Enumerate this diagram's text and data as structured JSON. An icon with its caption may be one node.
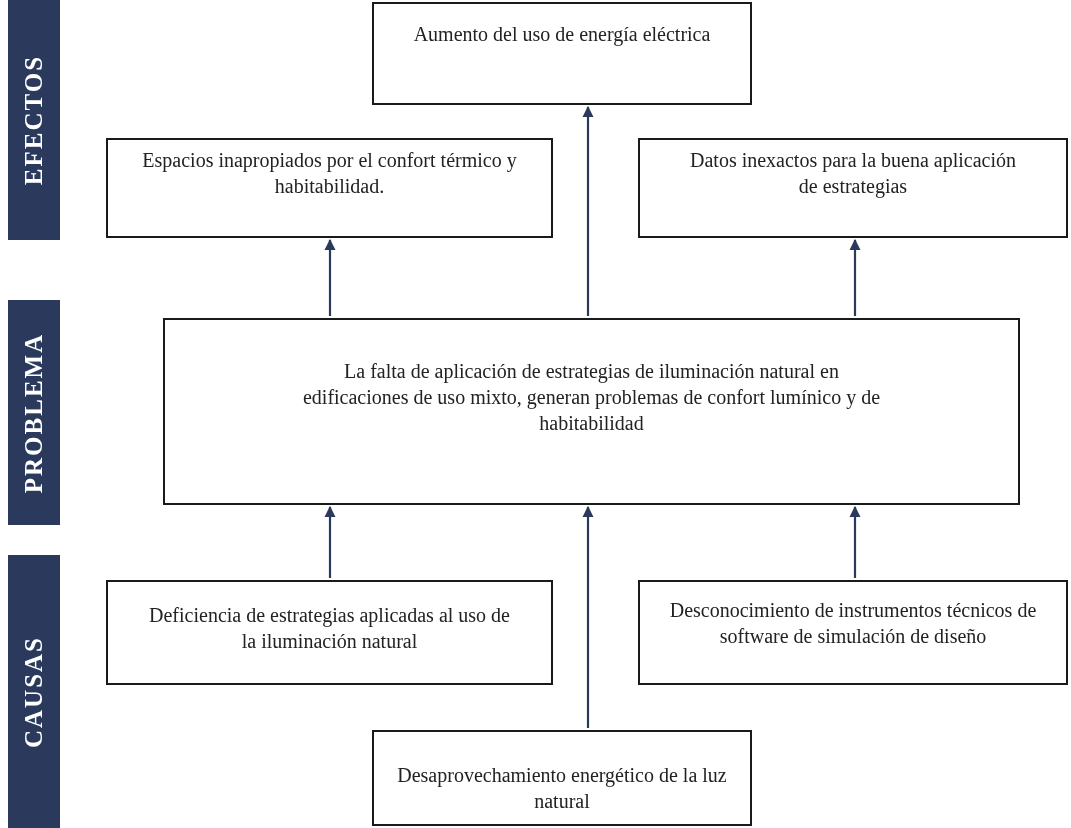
{
  "diagram": {
    "nodes": [
      {
        "text": [
          "EFECTOS"
        ]
      },
      {
        "text": [
          "PROBLEMA"
        ]
      },
      {
        "text": [
          "CAUSAS"
        ]
      },
      {
        "text": [
          "Aumento del uso de energía eléctrica"
        ]
      },
      {
        "text": [
          "Espacios inapropiados por el confort térmico y habitabilidad."
        ]
      },
      {
        "text": [
          "Datos inexactos para la buena aplicación de estrategias"
        ]
      },
      {
        "text": [
          "La falta de aplicación de estrategias de iluminación natural en edificaciones de uso mixto, generan problemas de confort lumínico y de habitabilidad"
        ]
      },
      {
        "text": [
          "Deficiencia de estrategias aplicadas al uso de la iluminación natural"
        ]
      },
      {
        "text": [
          "Desconocimiento de instrumentos técnicos de software de simulación de diseño"
        ]
      },
      {
        "text": [
          "Desaprovechamiento energético de la luz natural"
        ]
      }
    ],
    "edges": [
      {
        "from": 6,
        "to": 4,
        "arrow": "to"
      },
      {
        "from": 6,
        "to": 3,
        "arrow": "to"
      },
      {
        "from": 6,
        "to": 5,
        "arrow": "to"
      },
      {
        "from": 7,
        "to": 6,
        "arrow": "to"
      },
      {
        "from": 9,
        "to": 6,
        "arrow": "to"
      },
      {
        "from": 8,
        "to": 6,
        "arrow": "to"
      }
    ]
  }
}
